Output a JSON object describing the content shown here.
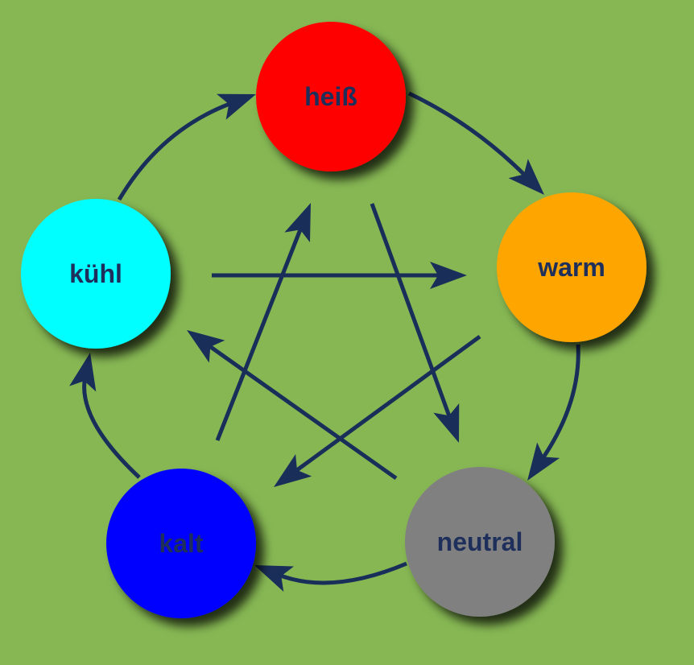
{
  "diagram": {
    "background_color": "#86b753",
    "edge_color": "#1a2e5a",
    "label_color": "#1f2f5c",
    "nodes": [
      {
        "id": "heiss",
        "label": "heiß",
        "fill": "#ff0000"
      },
      {
        "id": "warm",
        "label": "warm",
        "fill": "#ffa500"
      },
      {
        "id": "neutral",
        "label": "neutral",
        "fill": "#808080"
      },
      {
        "id": "kalt",
        "label": "kalt",
        "fill": "#0000ff"
      },
      {
        "id": "kuehl",
        "label": "kühl",
        "fill": "#00ffff"
      }
    ],
    "cycle_edges": [
      {
        "from": "heiss",
        "to": "warm"
      },
      {
        "from": "warm",
        "to": "neutral"
      },
      {
        "from": "neutral",
        "to": "kalt"
      },
      {
        "from": "kalt",
        "to": "kuehl"
      },
      {
        "from": "kuehl",
        "to": "heiss"
      }
    ],
    "star_edges": [
      {
        "from": "heiss",
        "to": "neutral"
      },
      {
        "from": "warm",
        "to": "kalt"
      },
      {
        "from": "neutral",
        "to": "kuehl"
      },
      {
        "from": "kalt",
        "to": "heiss"
      },
      {
        "from": "kuehl",
        "to": "warm"
      }
    ]
  }
}
